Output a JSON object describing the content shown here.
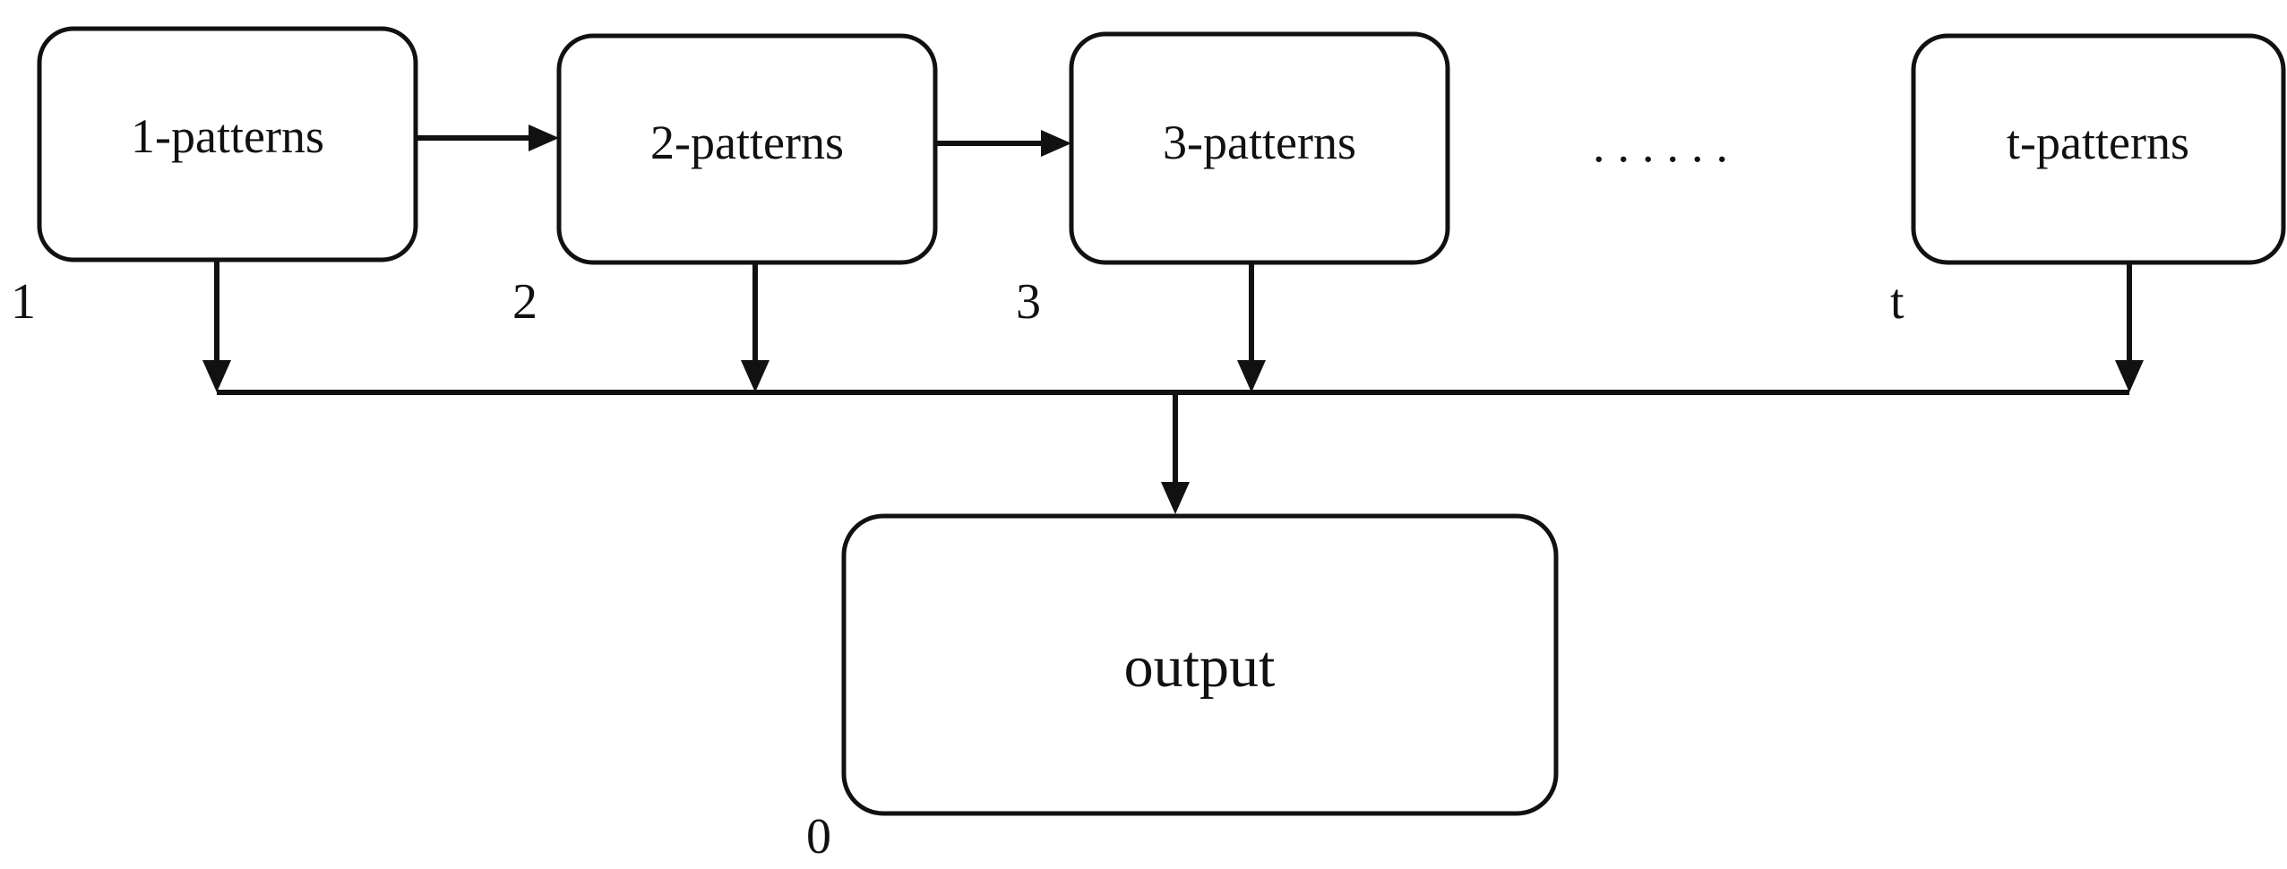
{
  "diagram": {
    "nodes": {
      "p1": {
        "label": "1-patterns",
        "step": "1"
      },
      "p2": {
        "label": "2-patterns",
        "step": "2"
      },
      "p3": {
        "label": "3-patterns",
        "step": "3"
      },
      "pt": {
        "label": "t-patterns",
        "step": "t"
      },
      "out": {
        "label": "output",
        "step": "0"
      }
    },
    "ellipsis": "......",
    "edges": [
      {
        "from": "1-patterns",
        "to": "2-patterns"
      },
      {
        "from": "2-patterns",
        "to": "3-patterns"
      },
      {
        "from": "1-patterns",
        "to": "output"
      },
      {
        "from": "2-patterns",
        "to": "output"
      },
      {
        "from": "3-patterns",
        "to": "output"
      },
      {
        "from": "t-patterns",
        "to": "output"
      }
    ]
  },
  "colors": {
    "stroke": "#111111",
    "background": "#ffffff"
  }
}
